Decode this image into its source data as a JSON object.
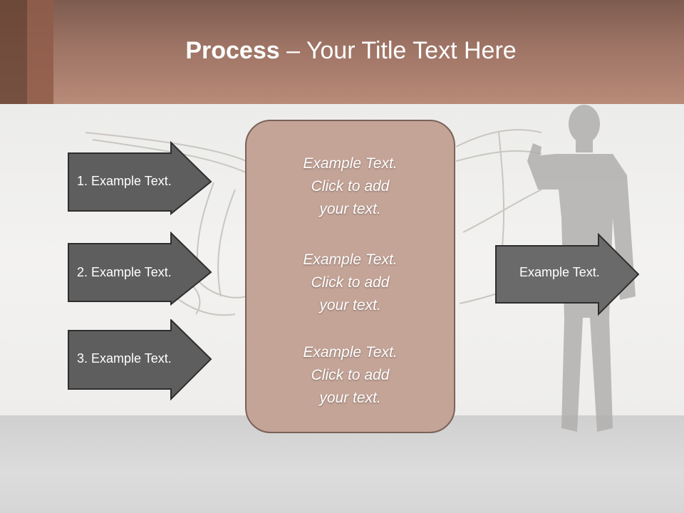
{
  "title": {
    "bold": "Process",
    "rest": " – Your Title Text Here"
  },
  "left_arrows": [
    {
      "label": "1. Example Text."
    },
    {
      "label": "2. Example Text."
    },
    {
      "label": "3. Example Text."
    }
  ],
  "center_box": {
    "blocks": [
      {
        "line1": "Example Text.",
        "line2": "Click  to add",
        "line3": "your text."
      },
      {
        "line1": "Example Text.",
        "line2": "Click  to add",
        "line3": "your text."
      },
      {
        "line1": "Example Text.",
        "line2": "Click  to add",
        "line3": "your text."
      }
    ]
  },
  "right_arrow": {
    "label": "Example Text."
  },
  "colors": {
    "title_bar": "#a07a6a",
    "arrow_fill": "#5e5e5e",
    "right_arrow_fill": "#6a6a6a",
    "center_box_fill": "#c4a497",
    "text": "#ffffff"
  }
}
